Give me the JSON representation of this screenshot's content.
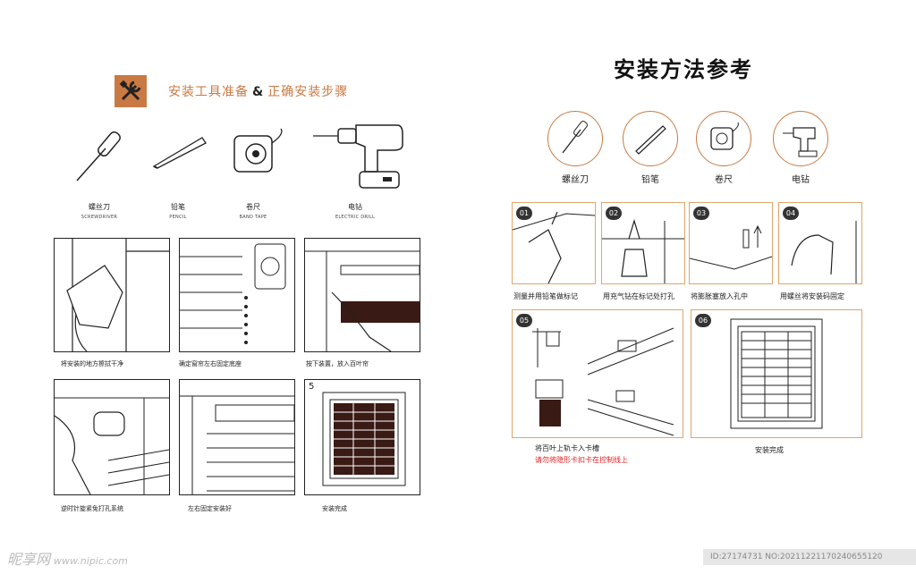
{
  "left": {
    "header": {
      "title_a": "安装工具准备",
      "amp": "&",
      "title_b": "正确安装步骤"
    },
    "tools": [
      {
        "cn": "螺丝刀",
        "en": "SCREWDRIVER"
      },
      {
        "cn": "铅笔",
        "en": "PENCIL"
      },
      {
        "cn": "卷尺",
        "en": "BAND TAPE"
      },
      {
        "cn": "电钻",
        "en": "ELECTRIC DRILL"
      }
    ],
    "steps": [
      {
        "caption": "将安装的地方擦拭干净"
      },
      {
        "caption": "确定窗帘左右固定底座"
      },
      {
        "caption": "按下装置，放入百叶帘"
      },
      {
        "caption": "逆时针旋紧免打孔系统"
      },
      {
        "caption": "左右固定安装好"
      },
      {
        "caption": "安装完成",
        "number": "5"
      }
    ]
  },
  "right": {
    "title": "安装方法参考",
    "tools": [
      {
        "label": "螺丝刀"
      },
      {
        "label": "铅笔"
      },
      {
        "label": "卷尺"
      },
      {
        "label": "电钻"
      }
    ],
    "steps": [
      {
        "num": "01",
        "caption": "测量并用铅笔做标记"
      },
      {
        "num": "02",
        "caption": "用充气钻在标记处打孔"
      },
      {
        "num": "03",
        "caption": "将膨胀塞放入孔中"
      },
      {
        "num": "04",
        "caption": "用螺丝将安装码固定"
      },
      {
        "num": "05",
        "caption": "将百叶上轨卡入卡槽",
        "warning": "请勿将隐形卡扣卡在控制线上"
      },
      {
        "num": "06",
        "caption": "安装完成"
      }
    ]
  },
  "watermark": {
    "brand": "昵享网",
    "url": "www.nipic.com"
  },
  "id_bar": "ID:27174731 NO:20211221170240655120",
  "colors": {
    "accent": "#c97a44",
    "step_border": "#e0a56a",
    "warning": "#e02020"
  }
}
